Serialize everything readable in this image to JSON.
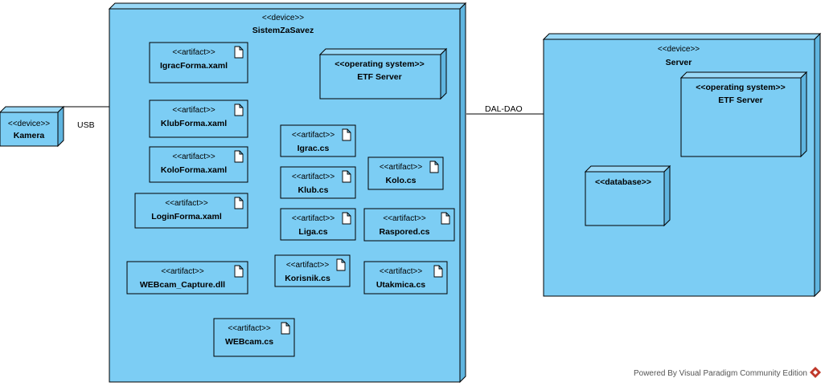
{
  "colors": {
    "node_fill": "#7ccdf4",
    "node_side": "#5fb5e0",
    "node_top": "#9ad9f7",
    "stroke": "#000000",
    "line": "#000000",
    "watermark_logo": "#c0392b"
  },
  "nodes": {
    "kamera": {
      "stereotype": "<<device>>",
      "name": "Kamera"
    },
    "sistem": {
      "stereotype": "<<device>>",
      "name": "SistemZaSavez"
    },
    "server": {
      "stereotype": "<<device>>",
      "name": "Server"
    },
    "os1": {
      "stereotype": "<<operating system>>",
      "name": "ETF Server"
    },
    "os2": {
      "stereotype": "<<operating system>>",
      "name": "ETF Server"
    },
    "db": {
      "stereotype": "<<database>>"
    }
  },
  "artifacts": [
    {
      "stereotype": "<<artifact>>",
      "name": "IgracForma.xaml"
    },
    {
      "stereotype": "<<artifact>>",
      "name": "KlubForma.xaml"
    },
    {
      "stereotype": "<<artifact>>",
      "name": "KoloForma.xaml"
    },
    {
      "stereotype": "<<artifact>>",
      "name": "LoginForma.xaml"
    },
    {
      "stereotype": "<<artifact>>",
      "name": "WEBcam_Capture.dll"
    },
    {
      "stereotype": "<<artifact>>",
      "name": "WEBcam.cs"
    },
    {
      "stereotype": "<<artifact>>",
      "name": "Igrac.cs"
    },
    {
      "stereotype": "<<artifact>>",
      "name": "Klub.cs"
    },
    {
      "stereotype": "<<artifact>>",
      "name": "Liga.cs"
    },
    {
      "stereotype": "<<artifact>>",
      "name": "Korisnik.cs"
    },
    {
      "stereotype": "<<artifact>>",
      "name": "Kolo.cs"
    },
    {
      "stereotype": "<<artifact>>",
      "name": "Raspored.cs"
    },
    {
      "stereotype": "<<artifact>>",
      "name": "Utakmica.cs"
    }
  ],
  "connections": {
    "usb": "USB",
    "dal_dao": "DAL-DAO"
  },
  "watermark": {
    "text": "Powered By  Visual Paradigm Community Edition",
    "logo_icon": "visual-paradigm-logo-icon"
  }
}
